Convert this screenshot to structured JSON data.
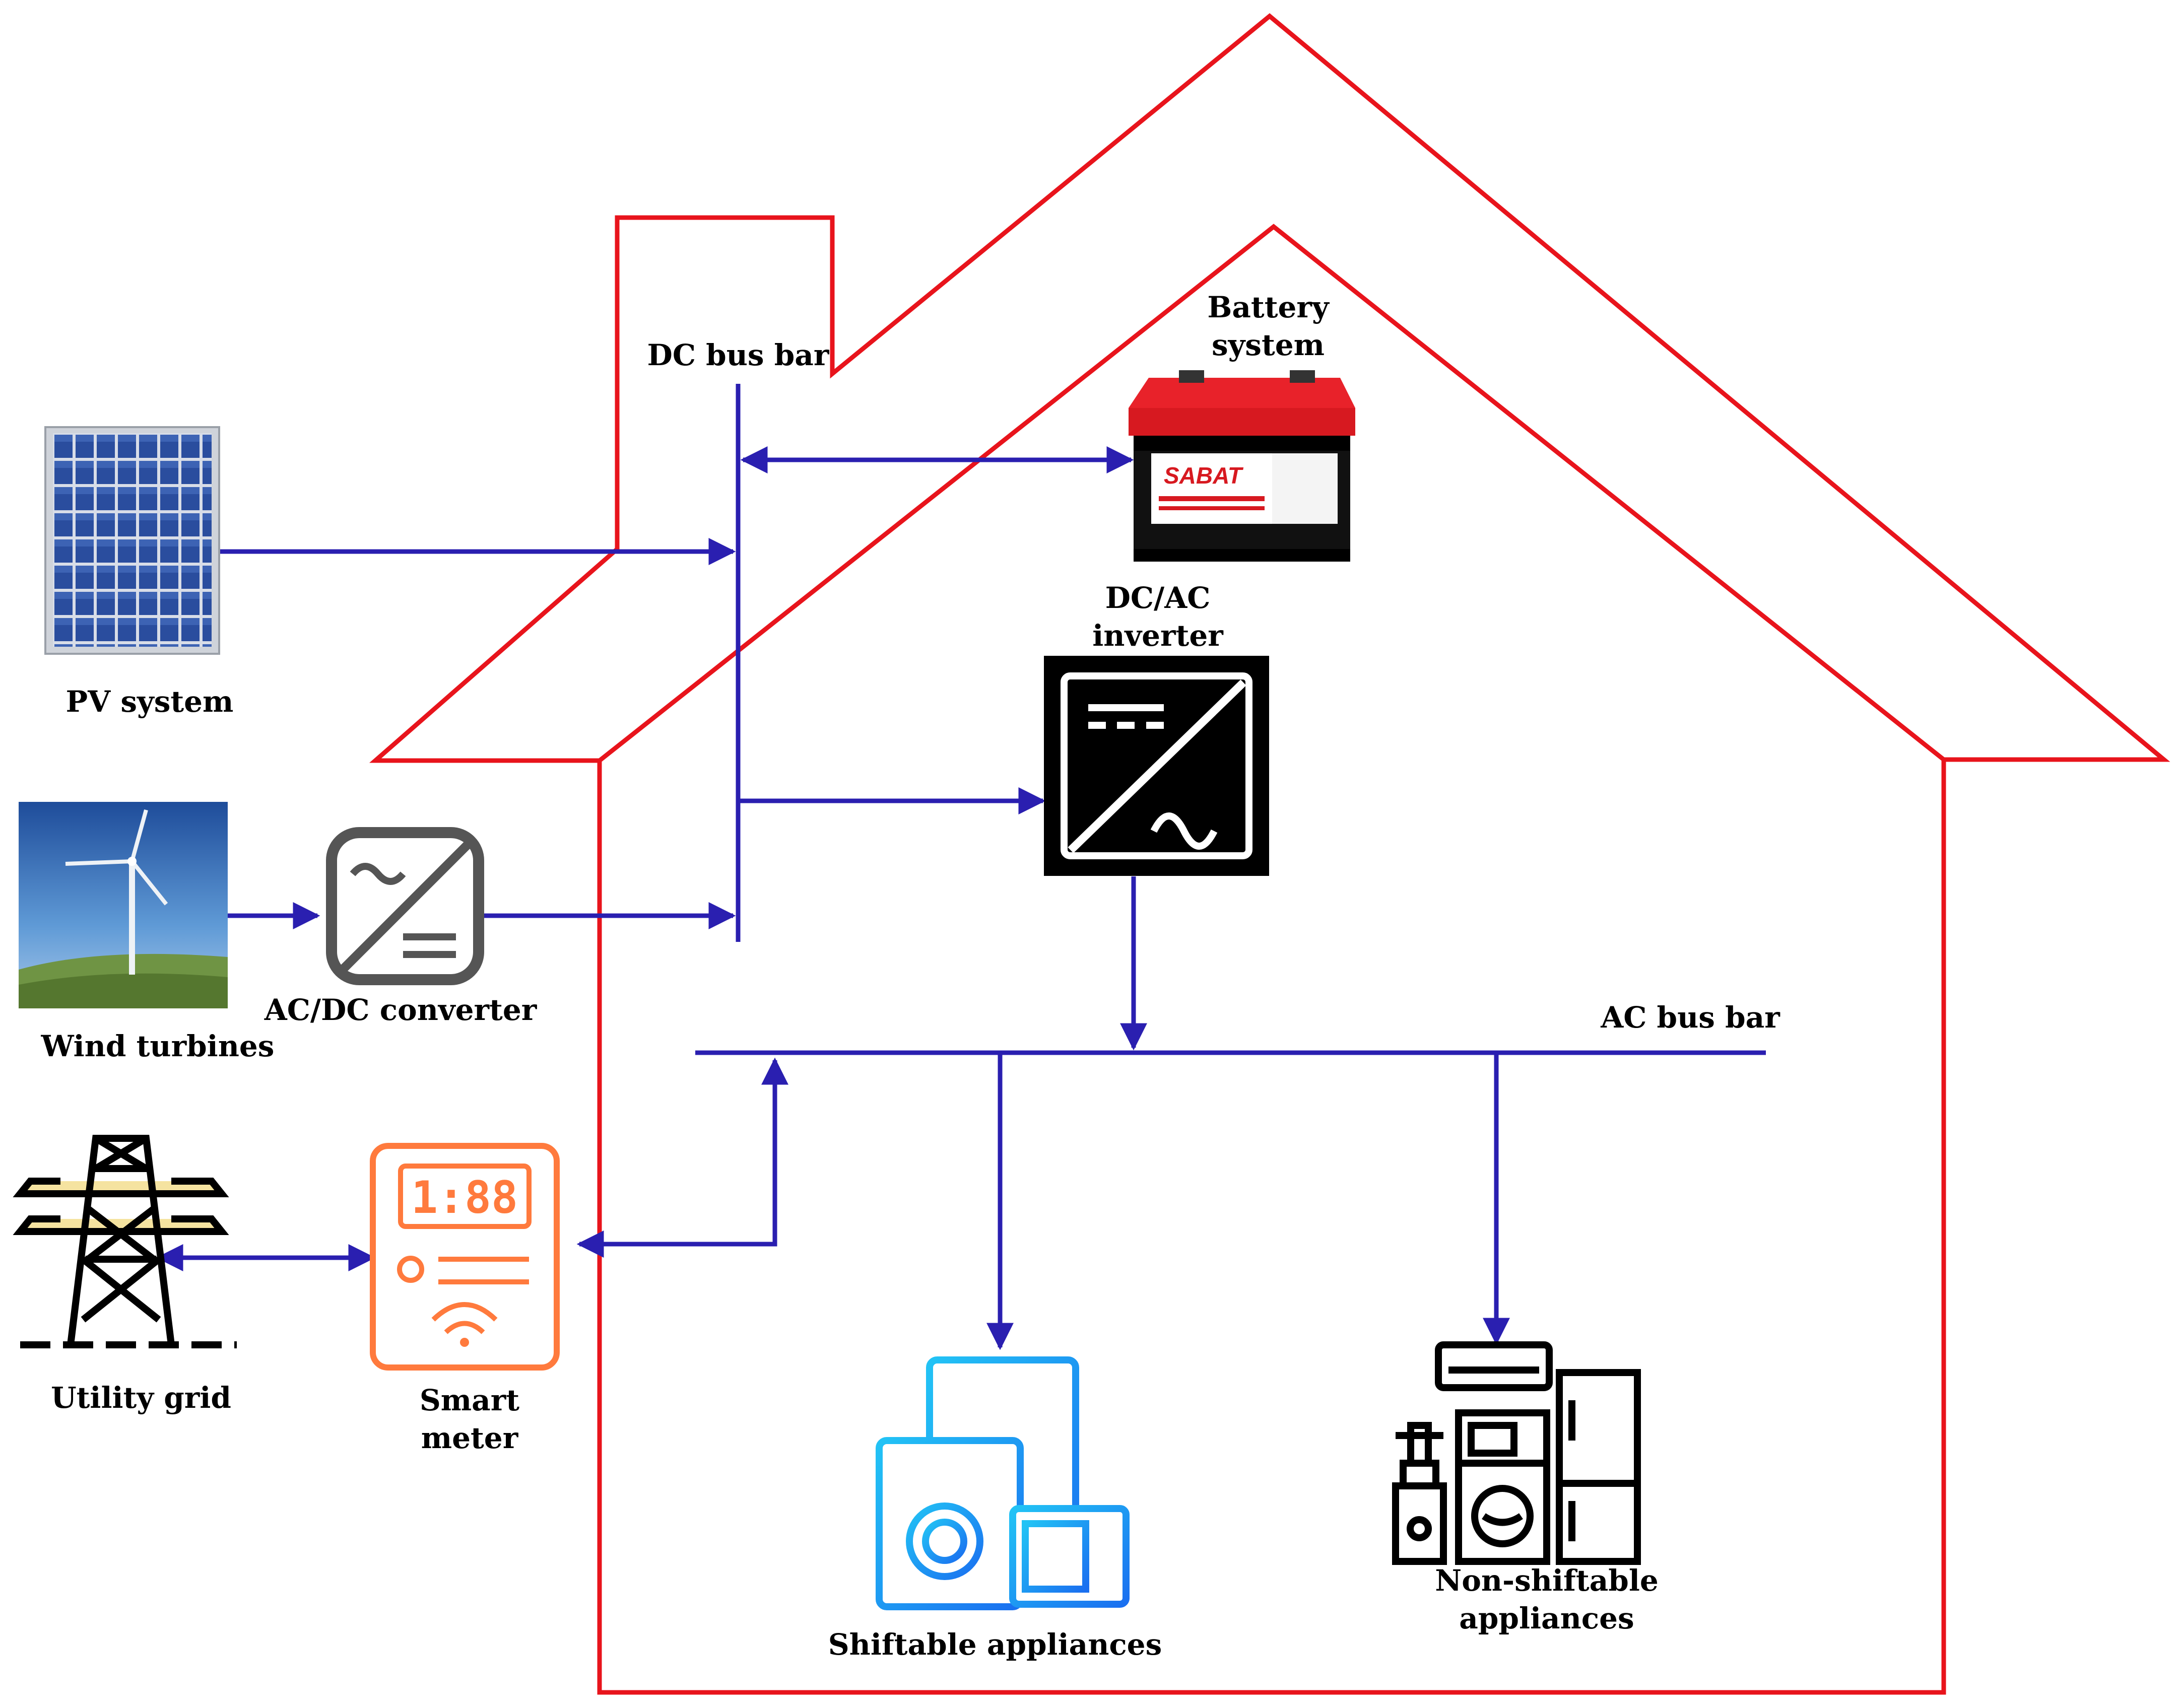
{
  "labels": {
    "dc_bus_bar": "DC bus bar",
    "battery_line1": "Battery",
    "battery_line2": "system",
    "pv_system": "PV system",
    "dcac_line1": "DC/AC",
    "dcac_line2": "inverter",
    "wind_turbines": "Wind turbines",
    "acdc_converter": "AC/DC converter",
    "ac_bus_bar": "AC bus bar",
    "utility_grid": "Utility grid",
    "smart_meter_line1": "Smart",
    "smart_meter_line2": "meter",
    "shiftable": "Shiftable appliances",
    "nonshiftable_line1": "Non-shiftable",
    "nonshiftable_line2": "appliances"
  },
  "battery_brand": "SABAT",
  "meter_display": "1:88",
  "colors": {
    "house_outline": "#e8141c",
    "power_lines": "#2a1fb0",
    "shiftable_icon": "#1aa8f0",
    "smart_meter": "#ff7a3d",
    "battery_top": "#d71920",
    "inverter_bg": "#000000",
    "converter_stroke": "#555555"
  }
}
